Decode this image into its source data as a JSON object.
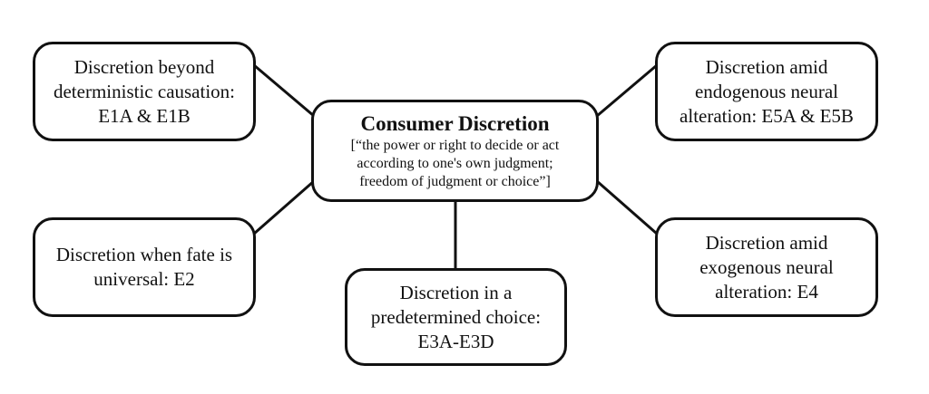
{
  "center": {
    "title": "Consumer Discretion",
    "definition": [
      "[“the power or right to decide or act",
      "according to one's own judgment;",
      "freedom of judgment or choice”]"
    ]
  },
  "nodes": {
    "top_left": [
      "Discretion beyond",
      "deterministic causation:",
      "E1A & E1B"
    ],
    "top_right": [
      "Discretion amid",
      "endogenous neural",
      "alteration: E5A & E5B"
    ],
    "bottom_left": [
      "Discretion when fate is",
      "universal: E2"
    ],
    "bottom_right": [
      "Discretion amid",
      "exogenous neural",
      "alteration: E4"
    ],
    "bottom_center": [
      "Discretion in a",
      "predetermined choice:",
      "E3A-E3D"
    ]
  }
}
